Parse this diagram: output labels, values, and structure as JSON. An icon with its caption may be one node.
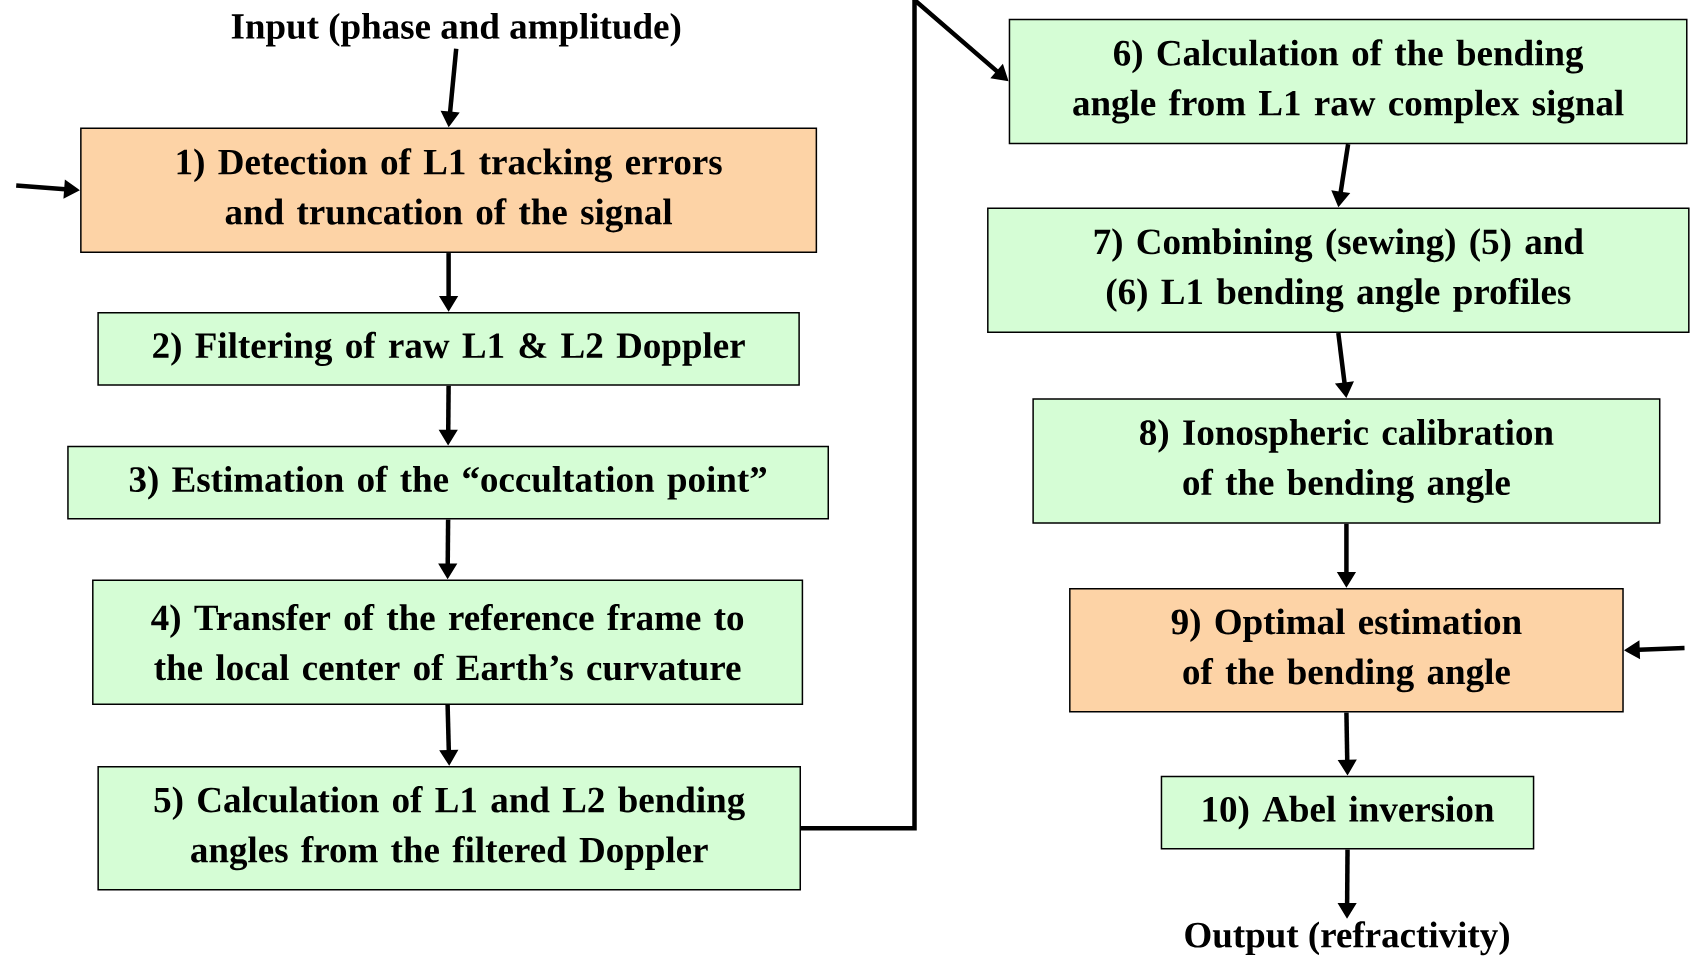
{
  "diagram": {
    "nodes": [
      {
        "text": [
          "Input (phase and amplitude)"
        ]
      },
      {
        "text": [
          "1) Detection of L1 tracking errors and truncation of the signal"
        ]
      },
      {
        "text": [
          "2) Filtering of raw L1 & L2 Doppler"
        ]
      },
      {
        "text": [
          "3) Estimation of the “occultation point”"
        ]
      },
      {
        "text": [
          "4) Transfer of the reference frame to the local center of Earth’s curvature"
        ]
      },
      {
        "text": [
          "5) Calculation of L1 and L2 bending angles from the filtered Doppler"
        ]
      },
      {
        "text": [
          "6) Calculation of the bending angle from L1 raw complex signal"
        ]
      },
      {
        "text": [
          "7) Combining (sewing) (5) and (6) L1 bending angle profiles"
        ]
      },
      {
        "text": [
          "8) Ionospheric calibration of the bending angle"
        ]
      },
      {
        "text": [
          "9) Optimal estimation of the bending angle"
        ]
      },
      {
        "text": [
          "10) Abel inversion"
        ]
      },
      {
        "text": [
          "Output (refractivity)"
        ]
      }
    ],
    "edges": [
      {
        "from": 0,
        "to": 1,
        "arrow": "to"
      },
      {
        "from": null,
        "to": 1,
        "arrow": "to"
      },
      {
        "from": 1,
        "to": 2,
        "arrow": "to"
      },
      {
        "from": 2,
        "to": 3,
        "arrow": "to"
      },
      {
        "from": 3,
        "to": 4,
        "arrow": "to"
      },
      {
        "from": 4,
        "to": 5,
        "arrow": "to"
      },
      {
        "from": 5,
        "to": 6,
        "arrow": "to"
      },
      {
        "from": 6,
        "to": 7,
        "arrow": "to"
      },
      {
        "from": 7,
        "to": 8,
        "arrow": "to"
      },
      {
        "from": 8,
        "to": 9,
        "arrow": "to"
      },
      {
        "from": null,
        "to": 9,
        "arrow": "to"
      },
      {
        "from": 9,
        "to": 10,
        "arrow": "to"
      },
      {
        "from": 10,
        "to": 11,
        "arrow": "to"
      }
    ]
  }
}
